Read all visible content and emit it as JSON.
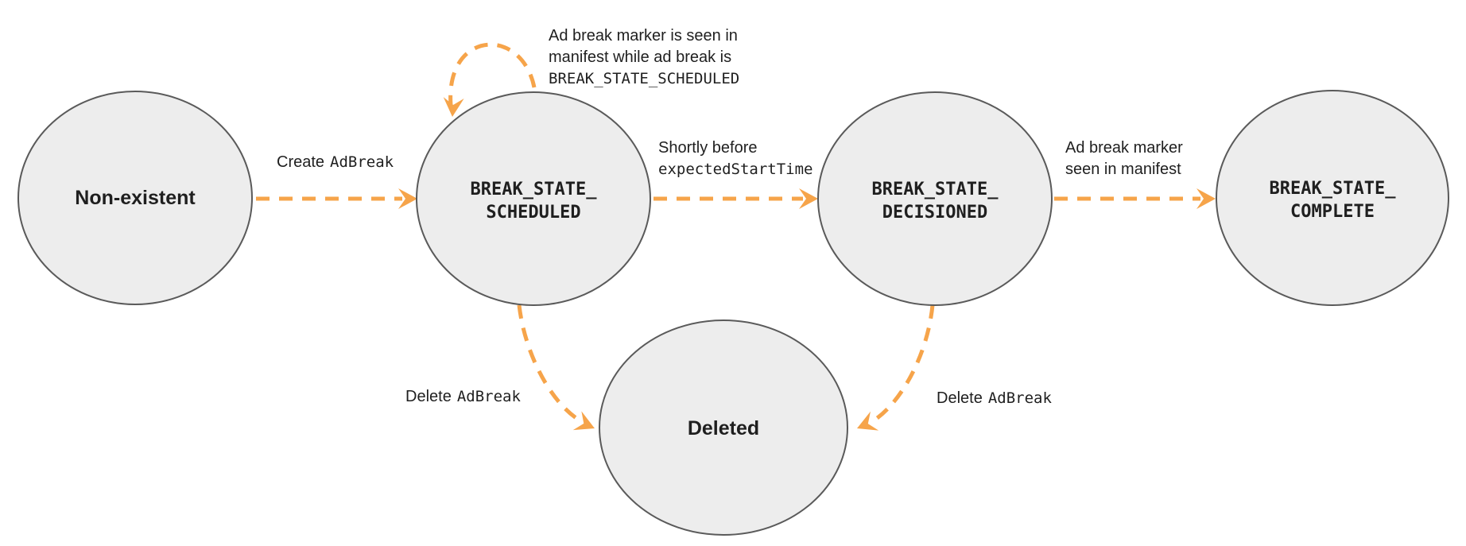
{
  "diagram": {
    "type": "state-machine",
    "subject": "Ad break lifecycle states",
    "colors": {
      "arrow": "#F6A44A",
      "node_fill": "#EDEDED",
      "node_stroke": "#5A5A5A",
      "label_text": "#1F1F1F"
    },
    "nodes": {
      "non_existent": {
        "label": "Non-existent"
      },
      "scheduled": {
        "line1": "BREAK_STATE_",
        "line2": "SCHEDULED"
      },
      "decisioned": {
        "line1": "BREAK_STATE_",
        "line2": "DECISIONED"
      },
      "complete": {
        "line1": "BREAK_STATE_",
        "line2": "COMPLETE"
      },
      "deleted": {
        "label": "Deleted"
      }
    },
    "edges": {
      "create": {
        "text": "Create",
        "code": "AdBreak"
      },
      "self_loop": {
        "line1": "Ad break marker is seen in",
        "line2": "manifest while ad break is",
        "line3_code": "BREAK_STATE_SCHEDULED"
      },
      "to_decisioned": {
        "line1": "Shortly before",
        "line2_code": "expectedStartTime"
      },
      "to_complete": {
        "line1": "Ad break marker",
        "line2": "seen in manifest"
      },
      "delete_from_scheduled": {
        "text": "Delete",
        "code": "AdBreak"
      },
      "delete_from_decisioned": {
        "text": "Delete",
        "code": "AdBreak"
      }
    }
  }
}
